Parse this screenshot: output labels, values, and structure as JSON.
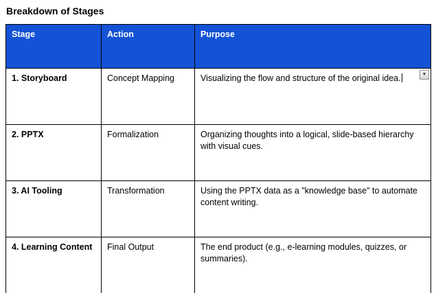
{
  "doc": {
    "title": "Breakdown of Stages"
  },
  "colors": {
    "header_bg": "#1452d6",
    "header_text": "#ffffff",
    "border": "#000000"
  },
  "icons": {
    "chevron_down": "▼"
  },
  "table": {
    "headers": [
      "Stage",
      "Action",
      "Purpose"
    ],
    "rows": [
      {
        "stage": "1. Storyboard",
        "action": "Concept Mapping",
        "purpose": "Visualizing the flow and structure of the original idea."
      },
      {
        "stage": "2. PPTX",
        "action": "Formalization",
        "purpose": "Organizing thoughts into a logical, slide-based hierarchy with visual cues."
      },
      {
        "stage": "3. AI Tooling",
        "action": "Transformation",
        "purpose": "Using the PPTX data as a \"knowledge base\" to automate content writing."
      },
      {
        "stage": "4. Learning Content",
        "action": "Final Output",
        "purpose": "The end product (e.g., e-learning modules, quizzes, or summaries)."
      }
    ]
  }
}
